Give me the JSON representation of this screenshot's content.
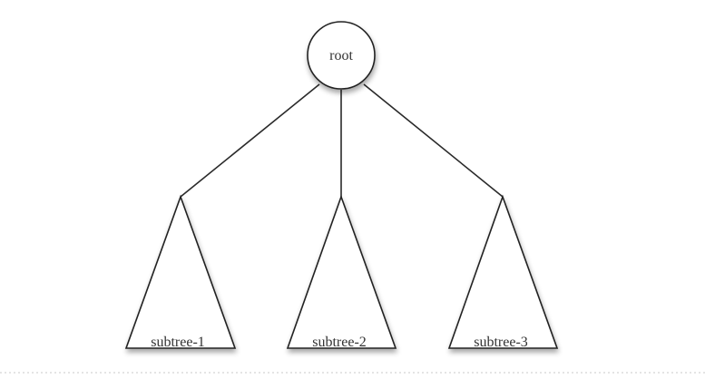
{
  "diagram": {
    "root": {
      "label": "root"
    },
    "subtrees": [
      {
        "label": "subtree-1"
      },
      {
        "label": "subtree-2"
      },
      {
        "label": "subtree-3"
      }
    ]
  }
}
